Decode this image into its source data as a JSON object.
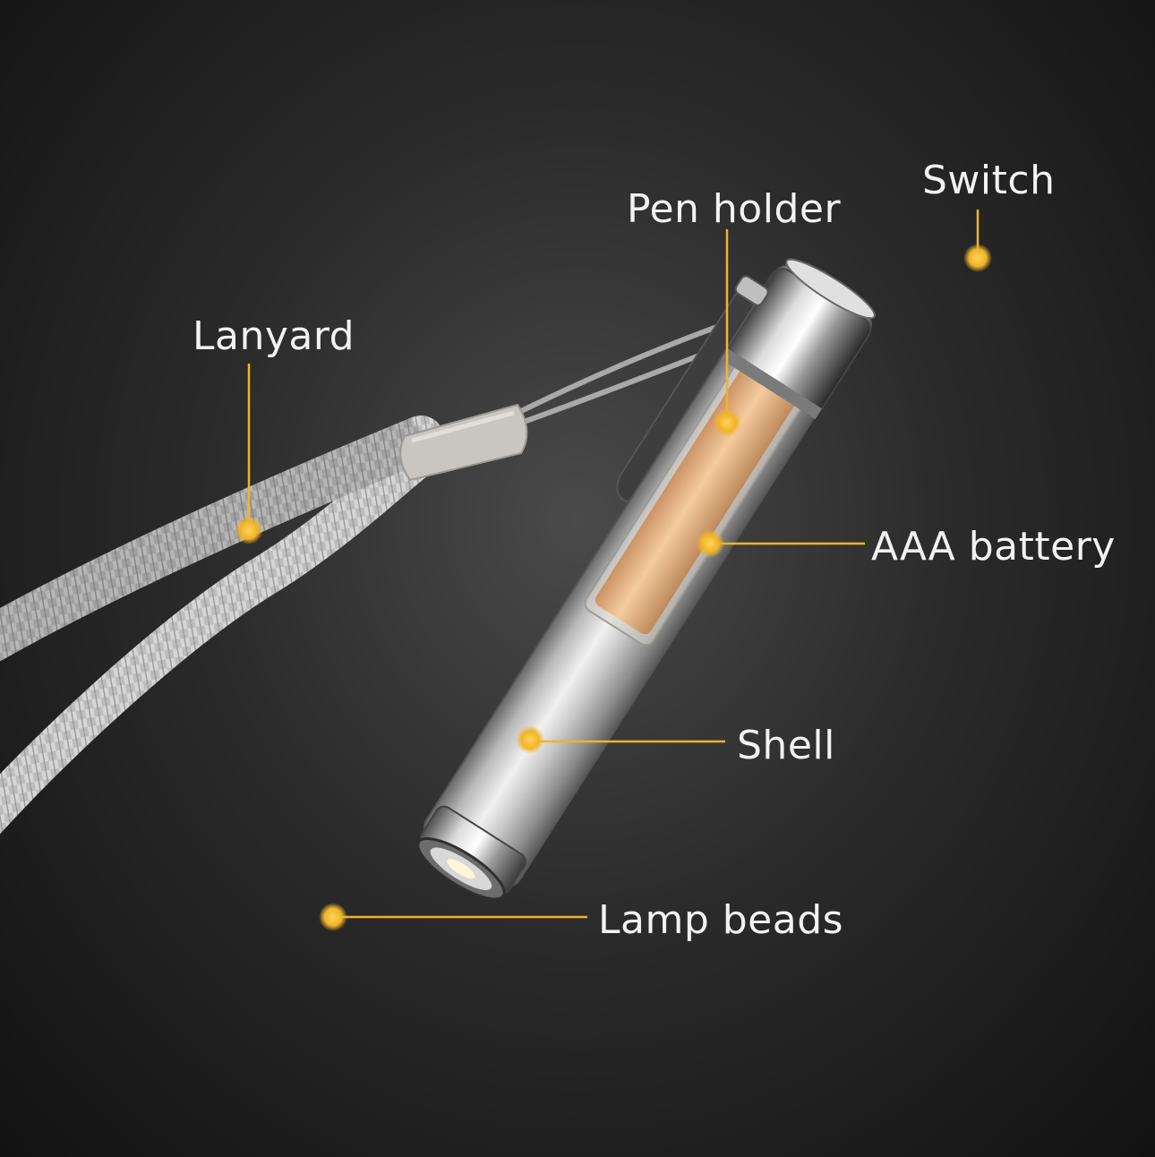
{
  "callouts": {
    "switch": "Switch",
    "pen_holder": "Pen holder",
    "lanyard": "Lanyard",
    "aaa_battery": "AAA battery",
    "shell": "Shell",
    "lamp_beads": "Lamp beads"
  },
  "colors": {
    "accent": "#f0b429",
    "label_text": "#f2f2f2",
    "background_center": "#4a4a4a",
    "background_edge": "#121212",
    "battery": "#e8a866",
    "metal": "#c9c9c9"
  }
}
